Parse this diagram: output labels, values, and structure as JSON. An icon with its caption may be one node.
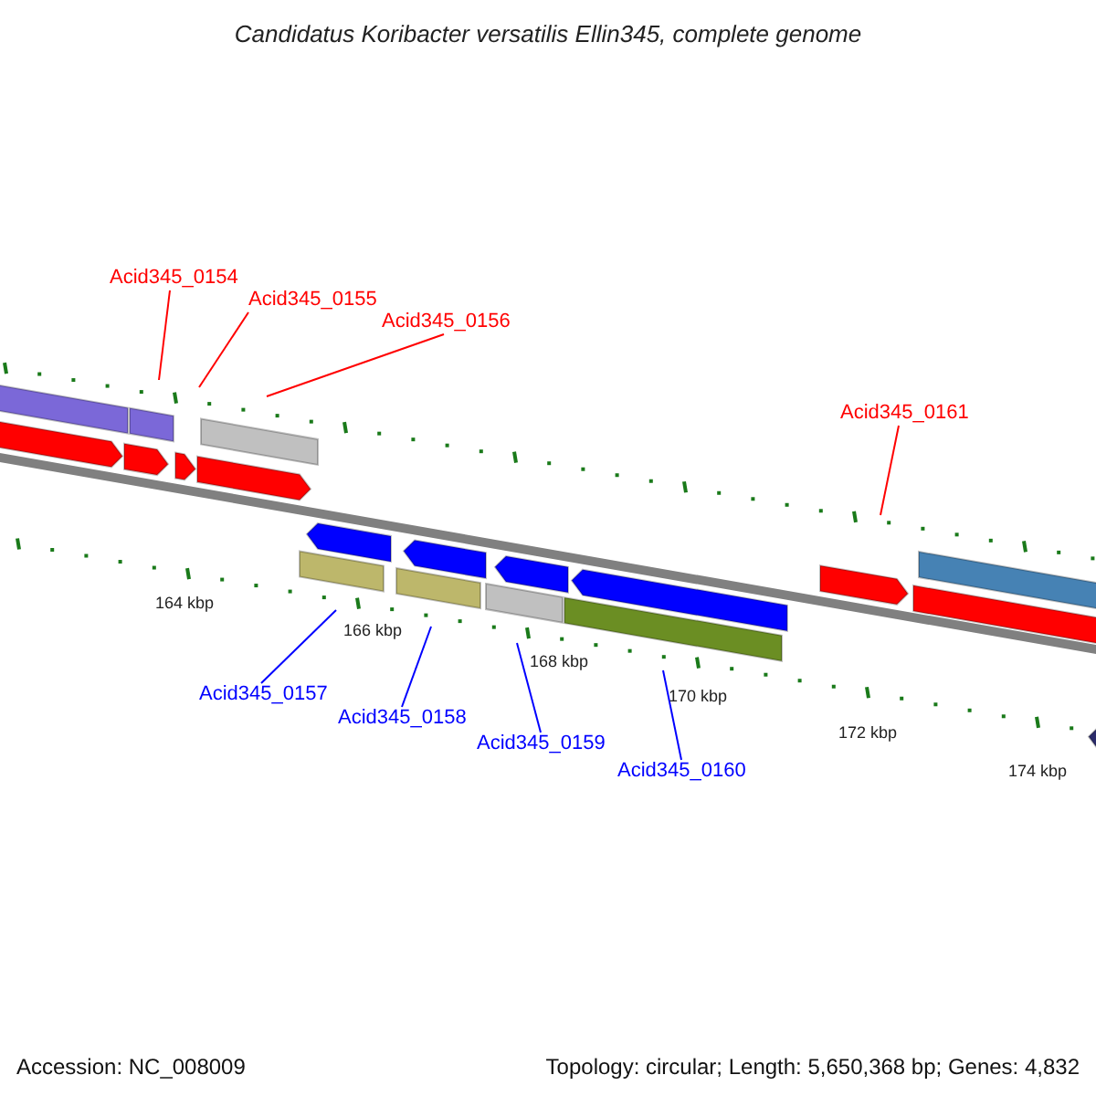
{
  "diagram": {
    "title": "Candidatus Koribacter versatilis Ellin345, complete genome",
    "nodes": [
      {
        "text": [
          "Acid345_0154"
        ]
      },
      {
        "text": [
          "Acid345_0155"
        ]
      },
      {
        "text": [
          "Acid345_0156"
        ]
      },
      {
        "text": [
          "Acid345_0161"
        ]
      },
      {
        "text": [
          "Acid345_0157"
        ]
      },
      {
        "text": [
          "Acid345_0158"
        ]
      },
      {
        "text": [
          "Acid345_0159"
        ]
      },
      {
        "text": [
          "Acid345_0160"
        ]
      }
    ],
    "edges": [
      {
        "from": 0,
        "to": null,
        "arrow": "none",
        "color": "#ff0000"
      },
      {
        "from": 1,
        "to": null,
        "arrow": "none",
        "color": "#ff0000"
      },
      {
        "from": 2,
        "to": null,
        "arrow": "none",
        "color": "#ff0000"
      },
      {
        "from": 3,
        "to": null,
        "arrow": "none",
        "color": "#ff0000"
      },
      {
        "from": 4,
        "to": null,
        "arrow": "none",
        "color": "#0000ff"
      },
      {
        "from": 5,
        "to": null,
        "arrow": "none",
        "color": "#0000ff"
      },
      {
        "from": 6,
        "to": null,
        "arrow": "none",
        "color": "#0000ff"
      },
      {
        "from": 7,
        "to": null,
        "arrow": "none",
        "color": "#0000ff"
      }
    ],
    "labels": [
      "164 kbp",
      "166 kbp",
      "168 kbp",
      "170 kbp",
      "172 kbp",
      "174 kbp",
      "Accession: NC_008009",
      "Topology: circular; Length: 5,650,368 bp; Genes: 4,832"
    ]
  }
}
